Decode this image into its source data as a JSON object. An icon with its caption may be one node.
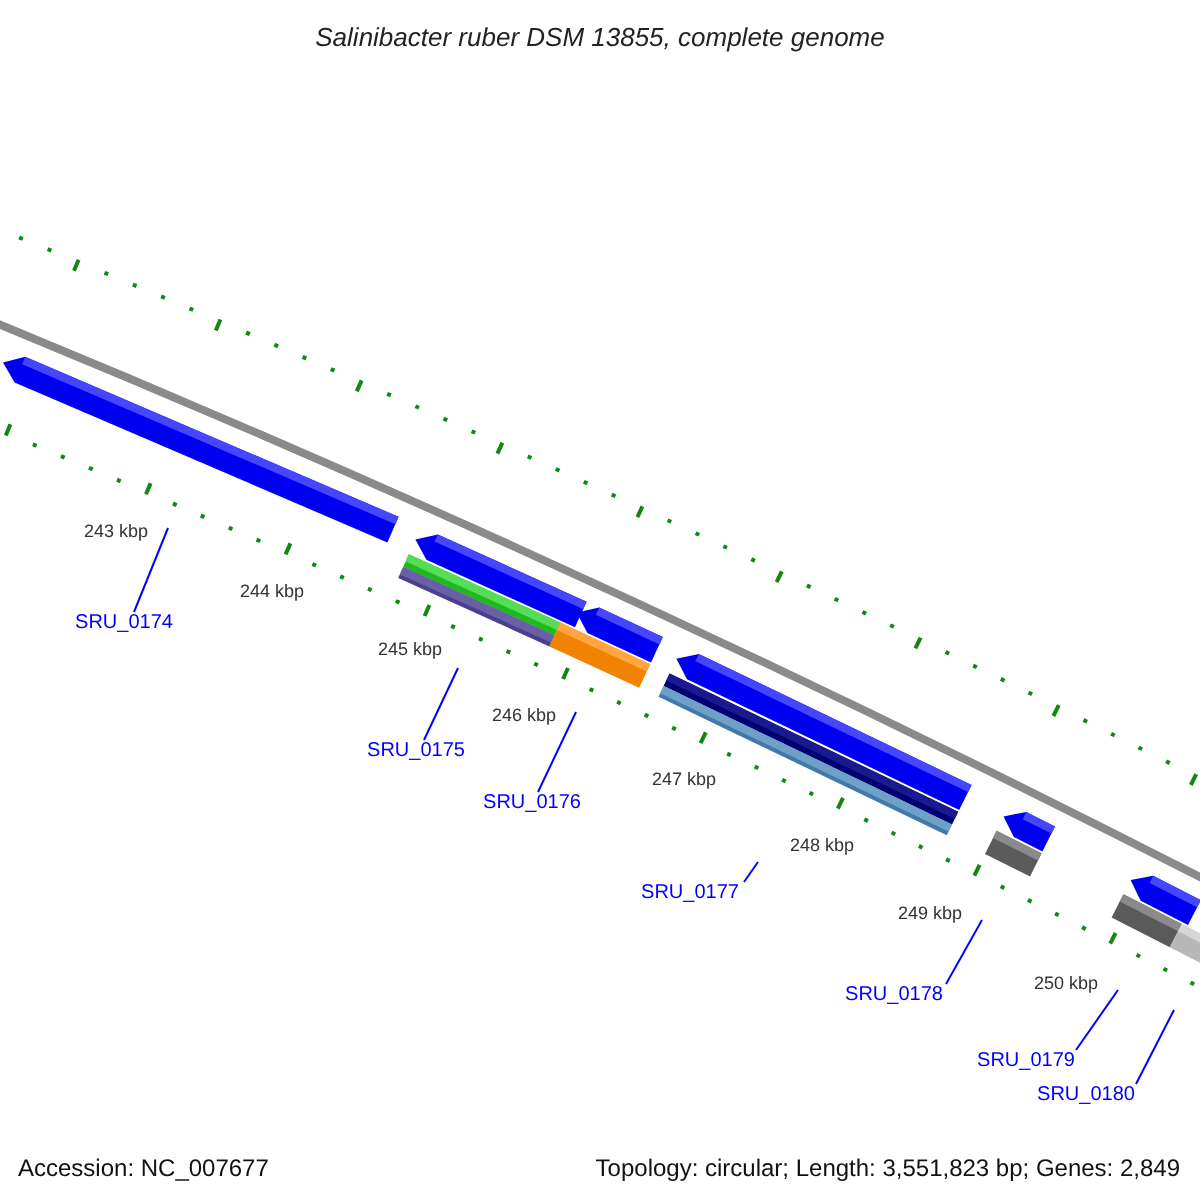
{
  "diagram": {
    "title": "Salinibacter ruber DSM 13855, complete genome",
    "nodes": [
      {
        "text": [
          "SRU_0174"
        ]
      },
      {
        "text": [
          "SRU_0175"
        ]
      },
      {
        "text": [
          "SRU_0176"
        ]
      },
      {
        "text": [
          "SRU_0177"
        ]
      },
      {
        "text": [
          "SRU_0178"
        ]
      },
      {
        "text": [
          "SRU_0179"
        ]
      },
      {
        "text": [
          "SRU_0180"
        ]
      }
    ],
    "edges": [
      {
        "from": 0,
        "to": null,
        "arrow": "none"
      },
      {
        "from": 1,
        "to": null,
        "arrow": "none"
      },
      {
        "from": 2,
        "to": null,
        "arrow": "none"
      },
      {
        "from": 3,
        "to": null,
        "arrow": "none"
      },
      {
        "from": 4,
        "to": null,
        "arrow": "none"
      },
      {
        "from": 5,
        "to": null,
        "arrow": "none"
      },
      {
        "from": 6,
        "to": null,
        "arrow": "none"
      }
    ],
    "labels": [
      "243 kbp",
      "244 kbp",
      "245 kbp",
      "246 kbp",
      "247 kbp",
      "248 kbp",
      "249 kbp",
      "250 kbp",
      "Accession: NC_007677",
      "Topology: circular; Length: 3,551,823 bp; Genes: 2,849"
    ]
  }
}
